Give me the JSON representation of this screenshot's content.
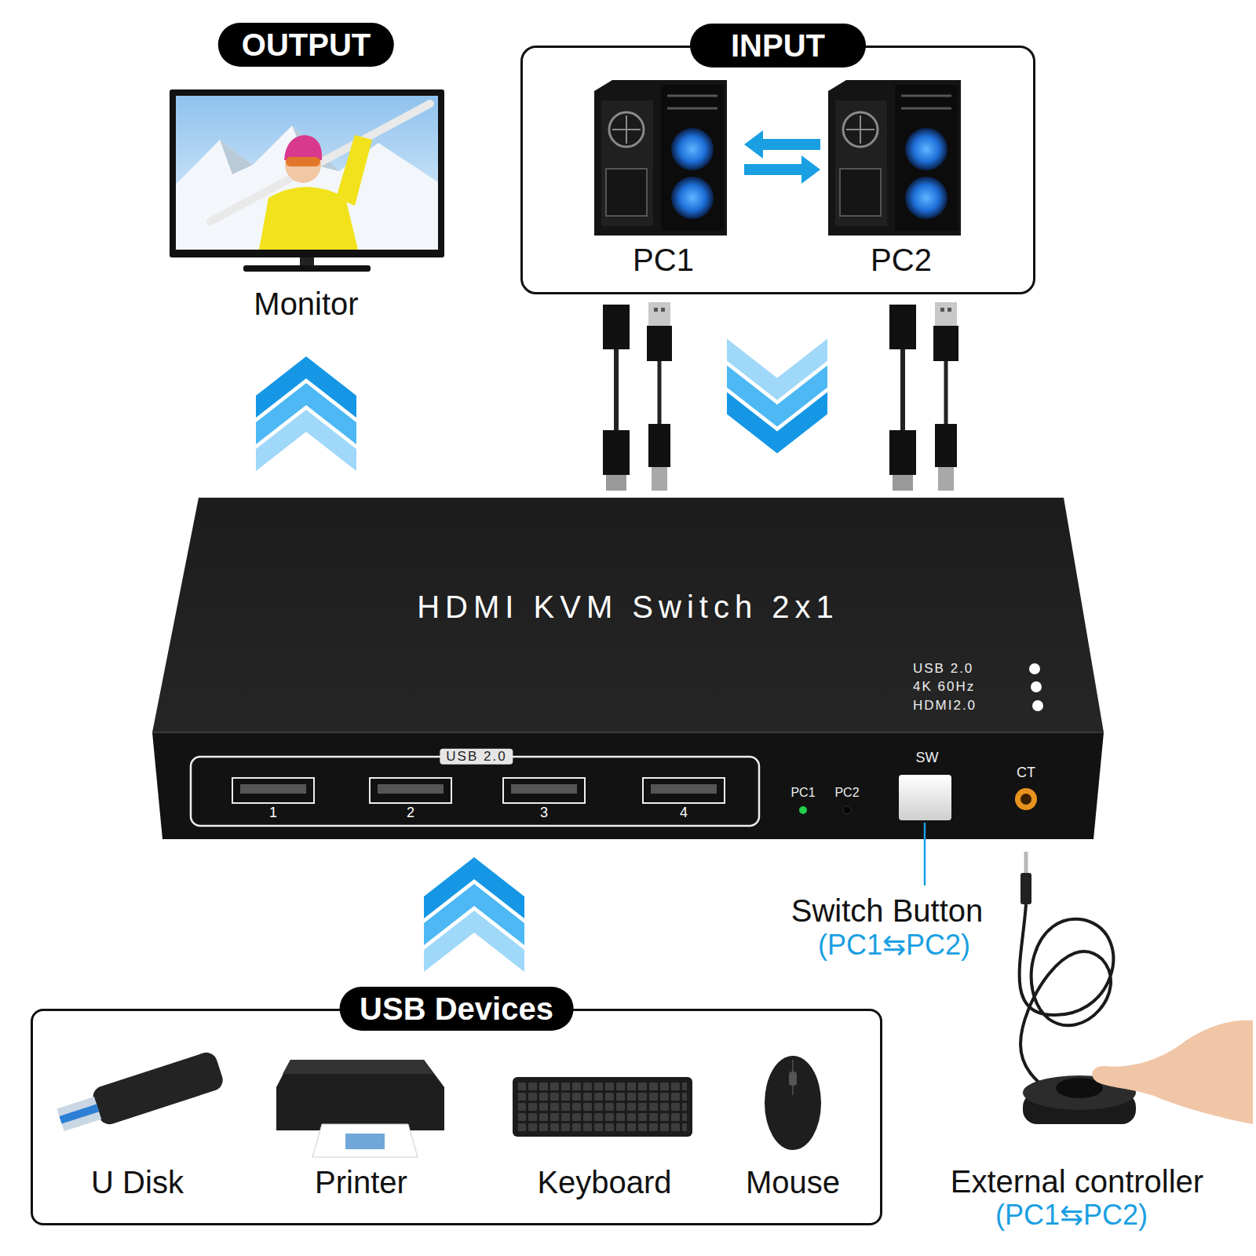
{
  "diagram": {
    "nodes": [
      {
        "text": [
          "OUTPUT",
          "Monitor"
        ]
      },
      {
        "text": [
          "INPUT"
        ]
      },
      {
        "text": [
          "PC1"
        ],
        "in": 1
      },
      {
        "text": [
          "PC2"
        ],
        "in": 1
      },
      {
        "text": [
          "HDMI KVM Switch 2x1"
        ]
      },
      {
        "text": [
          "USB Devices"
        ]
      },
      {
        "text": [
          "U Disk"
        ],
        "in": 5
      },
      {
        "text": [
          "Printer"
        ],
        "in": 5
      },
      {
        "text": [
          "Keyboard"
        ],
        "in": 5
      },
      {
        "text": [
          "Mouse"
        ],
        "in": 5
      }
    ],
    "edges": [
      {
        "from": 2,
        "to": 3,
        "arrow": "both"
      },
      {
        "from": 4,
        "to": 0,
        "arrow": "to"
      },
      {
        "from": 1,
        "to": 4,
        "arrow": "to"
      },
      {
        "from": 5,
        "to": 4,
        "arrow": "to"
      }
    ],
    "labels": [
      "USB 2.0",
      "4K 60Hz",
      "HDMI2.0",
      "USB 2.0",
      "1",
      "2",
      "3",
      "4",
      "PC1",
      "PC2",
      "SW",
      "CT",
      "Switch Button",
      "(PC1⇆PC2)",
      "External controller",
      "(PC1⇆PC2)"
    ]
  }
}
